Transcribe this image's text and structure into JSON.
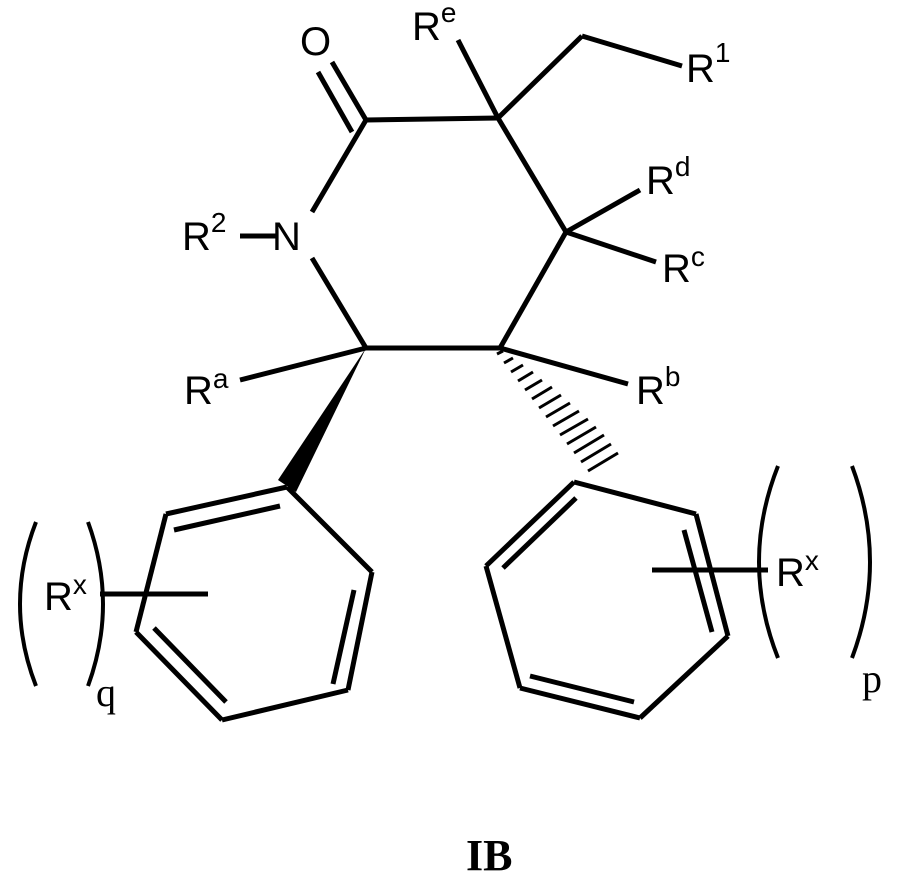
{
  "structure": {
    "atoms": {
      "oxygen": "O",
      "nitrogen": "N",
      "re": {
        "base": "R",
        "sup": "e"
      },
      "r1": {
        "base": "R",
        "sup": "1"
      },
      "rd": {
        "base": "R",
        "sup": "d"
      },
      "rc": {
        "base": "R",
        "sup": "c"
      },
      "r2": {
        "base": "R",
        "sup": "2"
      },
      "ra": {
        "base": "R",
        "sup": "a"
      },
      "rb": {
        "base": "R",
        "sup": "b"
      },
      "rx_left": {
        "base": "R",
        "sup": "x"
      },
      "rx_right": {
        "base": "R",
        "sup": "x"
      }
    },
    "subscripts": {
      "q": "q",
      "p": "p"
    }
  },
  "caption": "IB"
}
